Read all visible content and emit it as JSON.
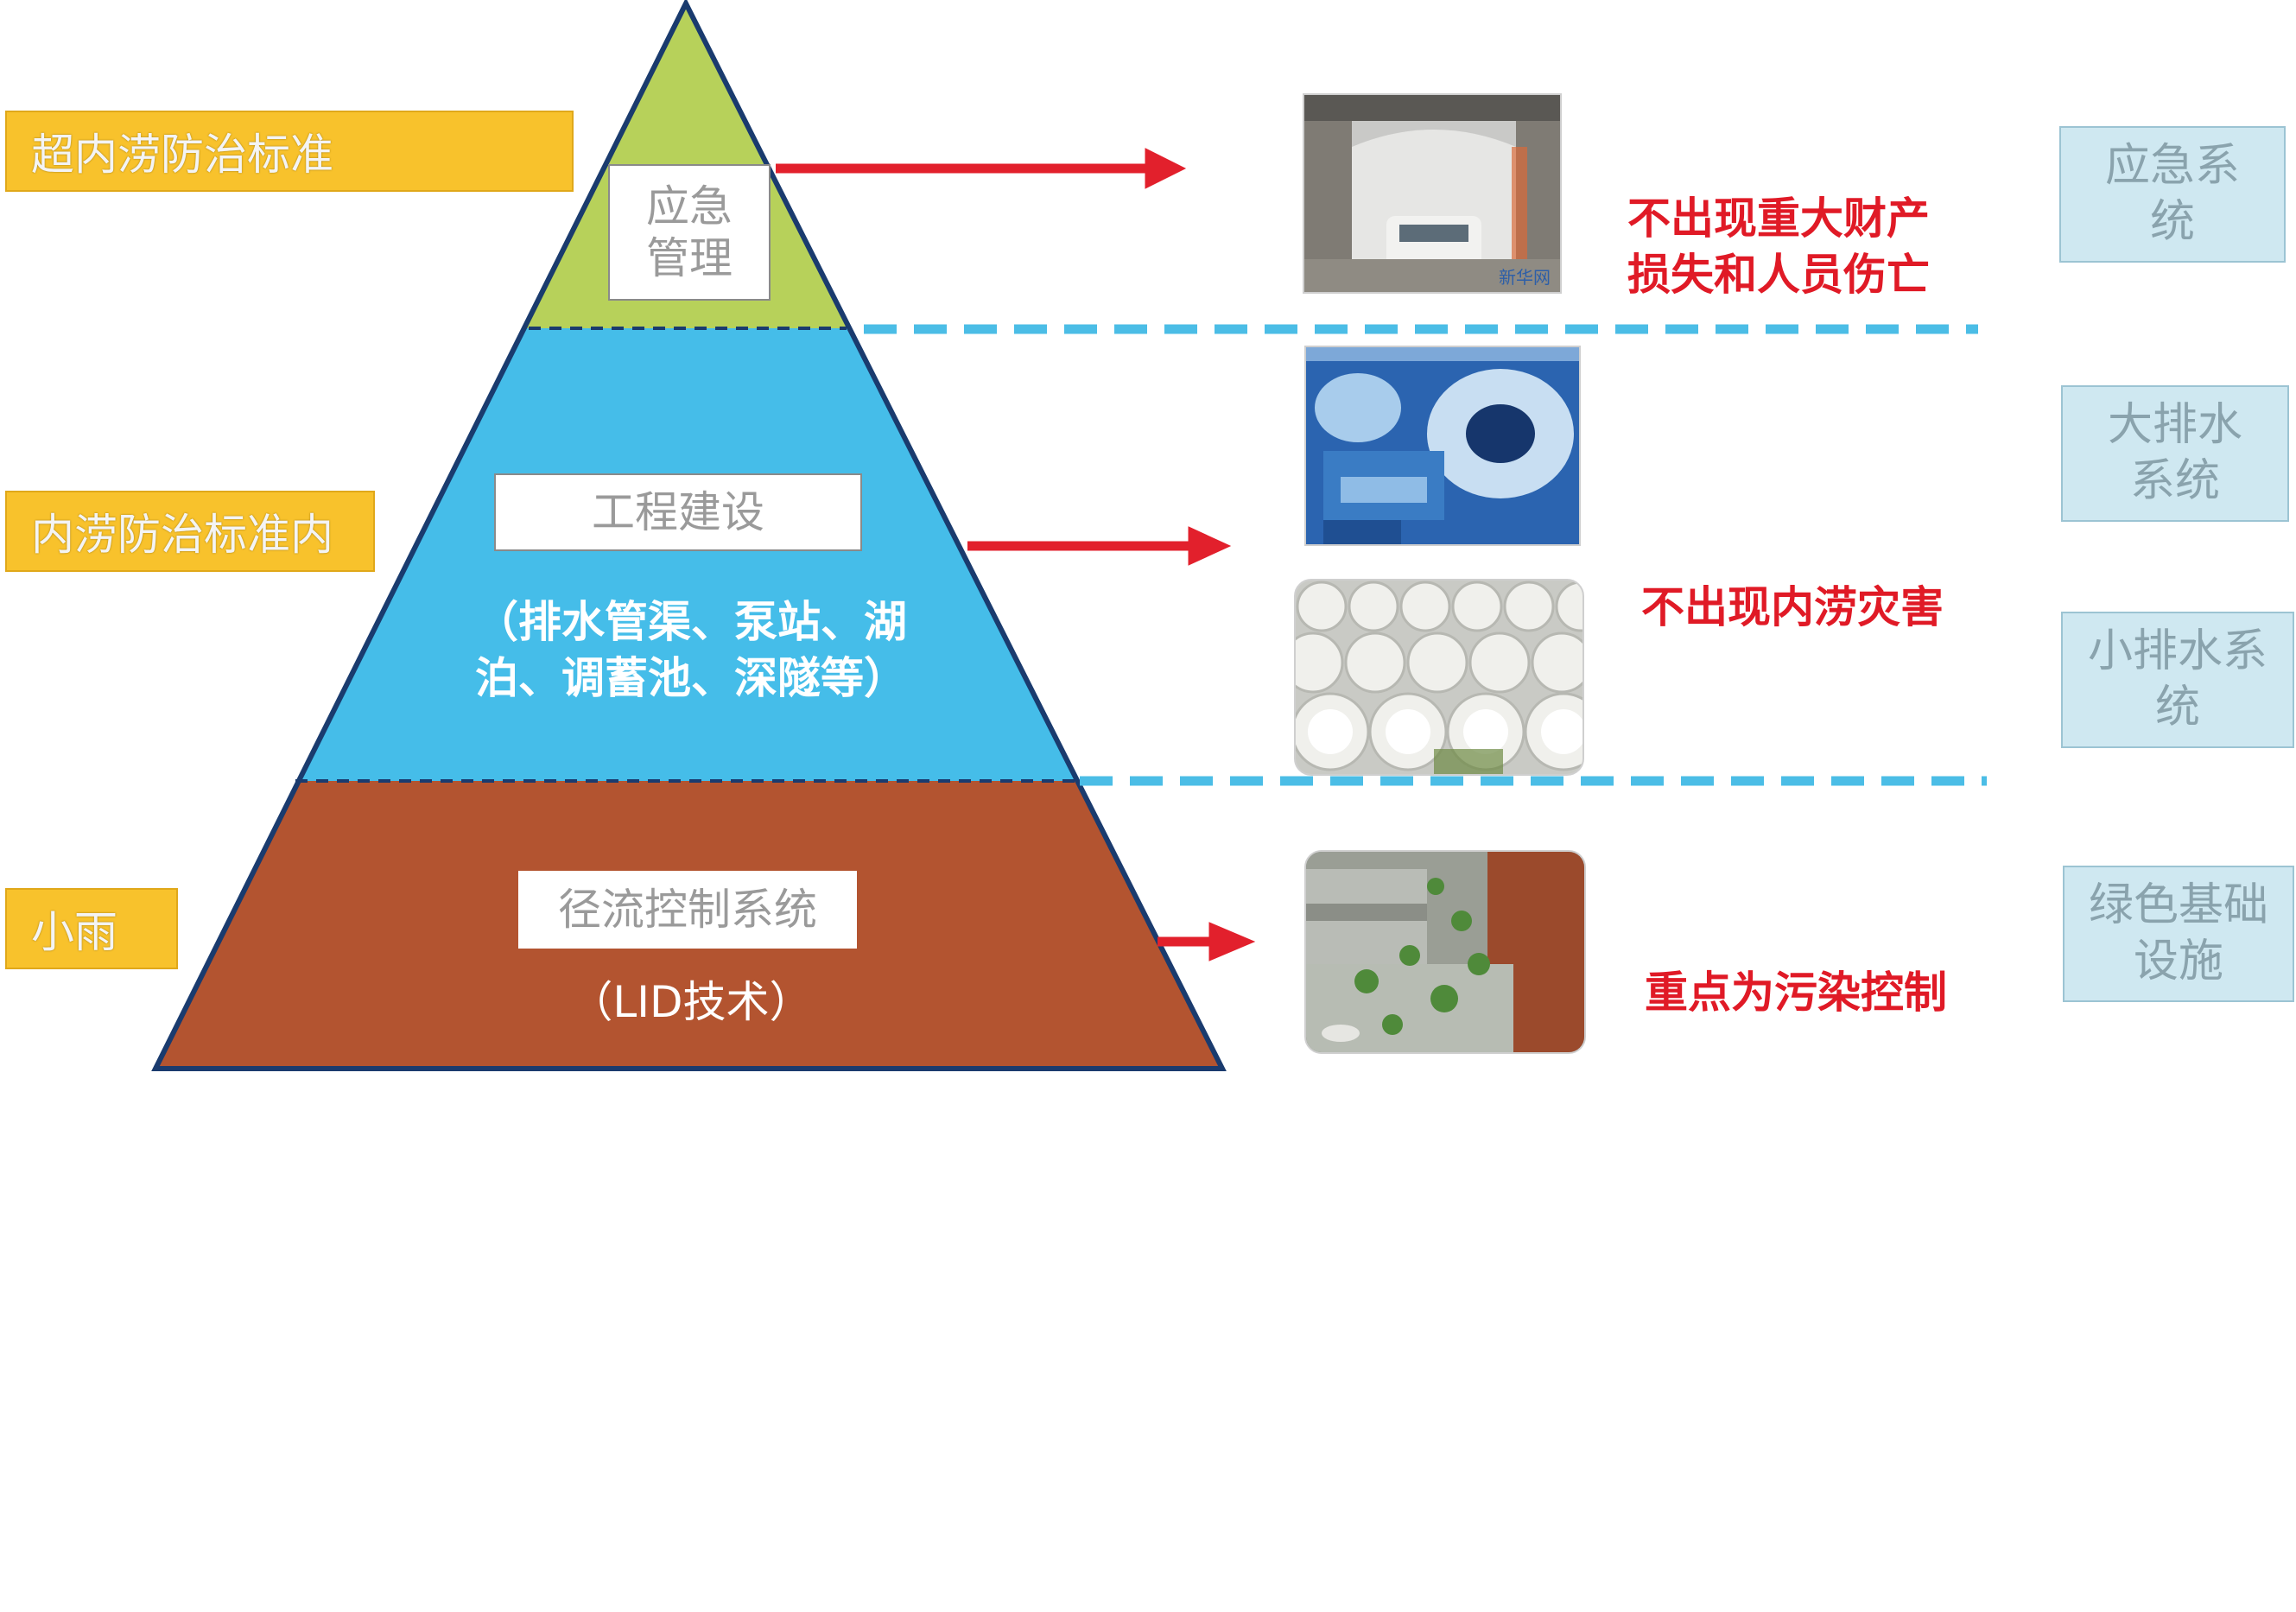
{
  "left_tags": {
    "top": "超内涝防治标准",
    "middle": "内涝防治标准内",
    "bottom": "小雨"
  },
  "pyramid": {
    "top_label": "应急\n管理",
    "middle_label": "工程建设",
    "middle_detail_line1": "（排水管渠、泵站、湖",
    "middle_detail_line2": "泊、调蓄池、深隧等）",
    "bottom_label": "径流控制系统",
    "bottom_detail": "（LID技术）"
  },
  "goals": {
    "top": "不出现重大财产\n损失和人员伤亡",
    "middle": "不出现内涝灾害",
    "bottom": "重点为污染控制"
  },
  "systems": {
    "emergency": "应急系\n统",
    "major_drainage": "大排水\n系统",
    "minor_drainage": "小排水系\n统",
    "green_infra": "绿色基础\n设施"
  },
  "photo_caption": "新华网",
  "colors": {
    "top_tier": "#b7d15a",
    "middle_tier": "#45bde9",
    "bottom_tier": "#b35430",
    "arrow": "#e2202c",
    "dash": "#4bbde6",
    "tag": "#f8c22c",
    "system_box": "#cfe8f1"
  }
}
